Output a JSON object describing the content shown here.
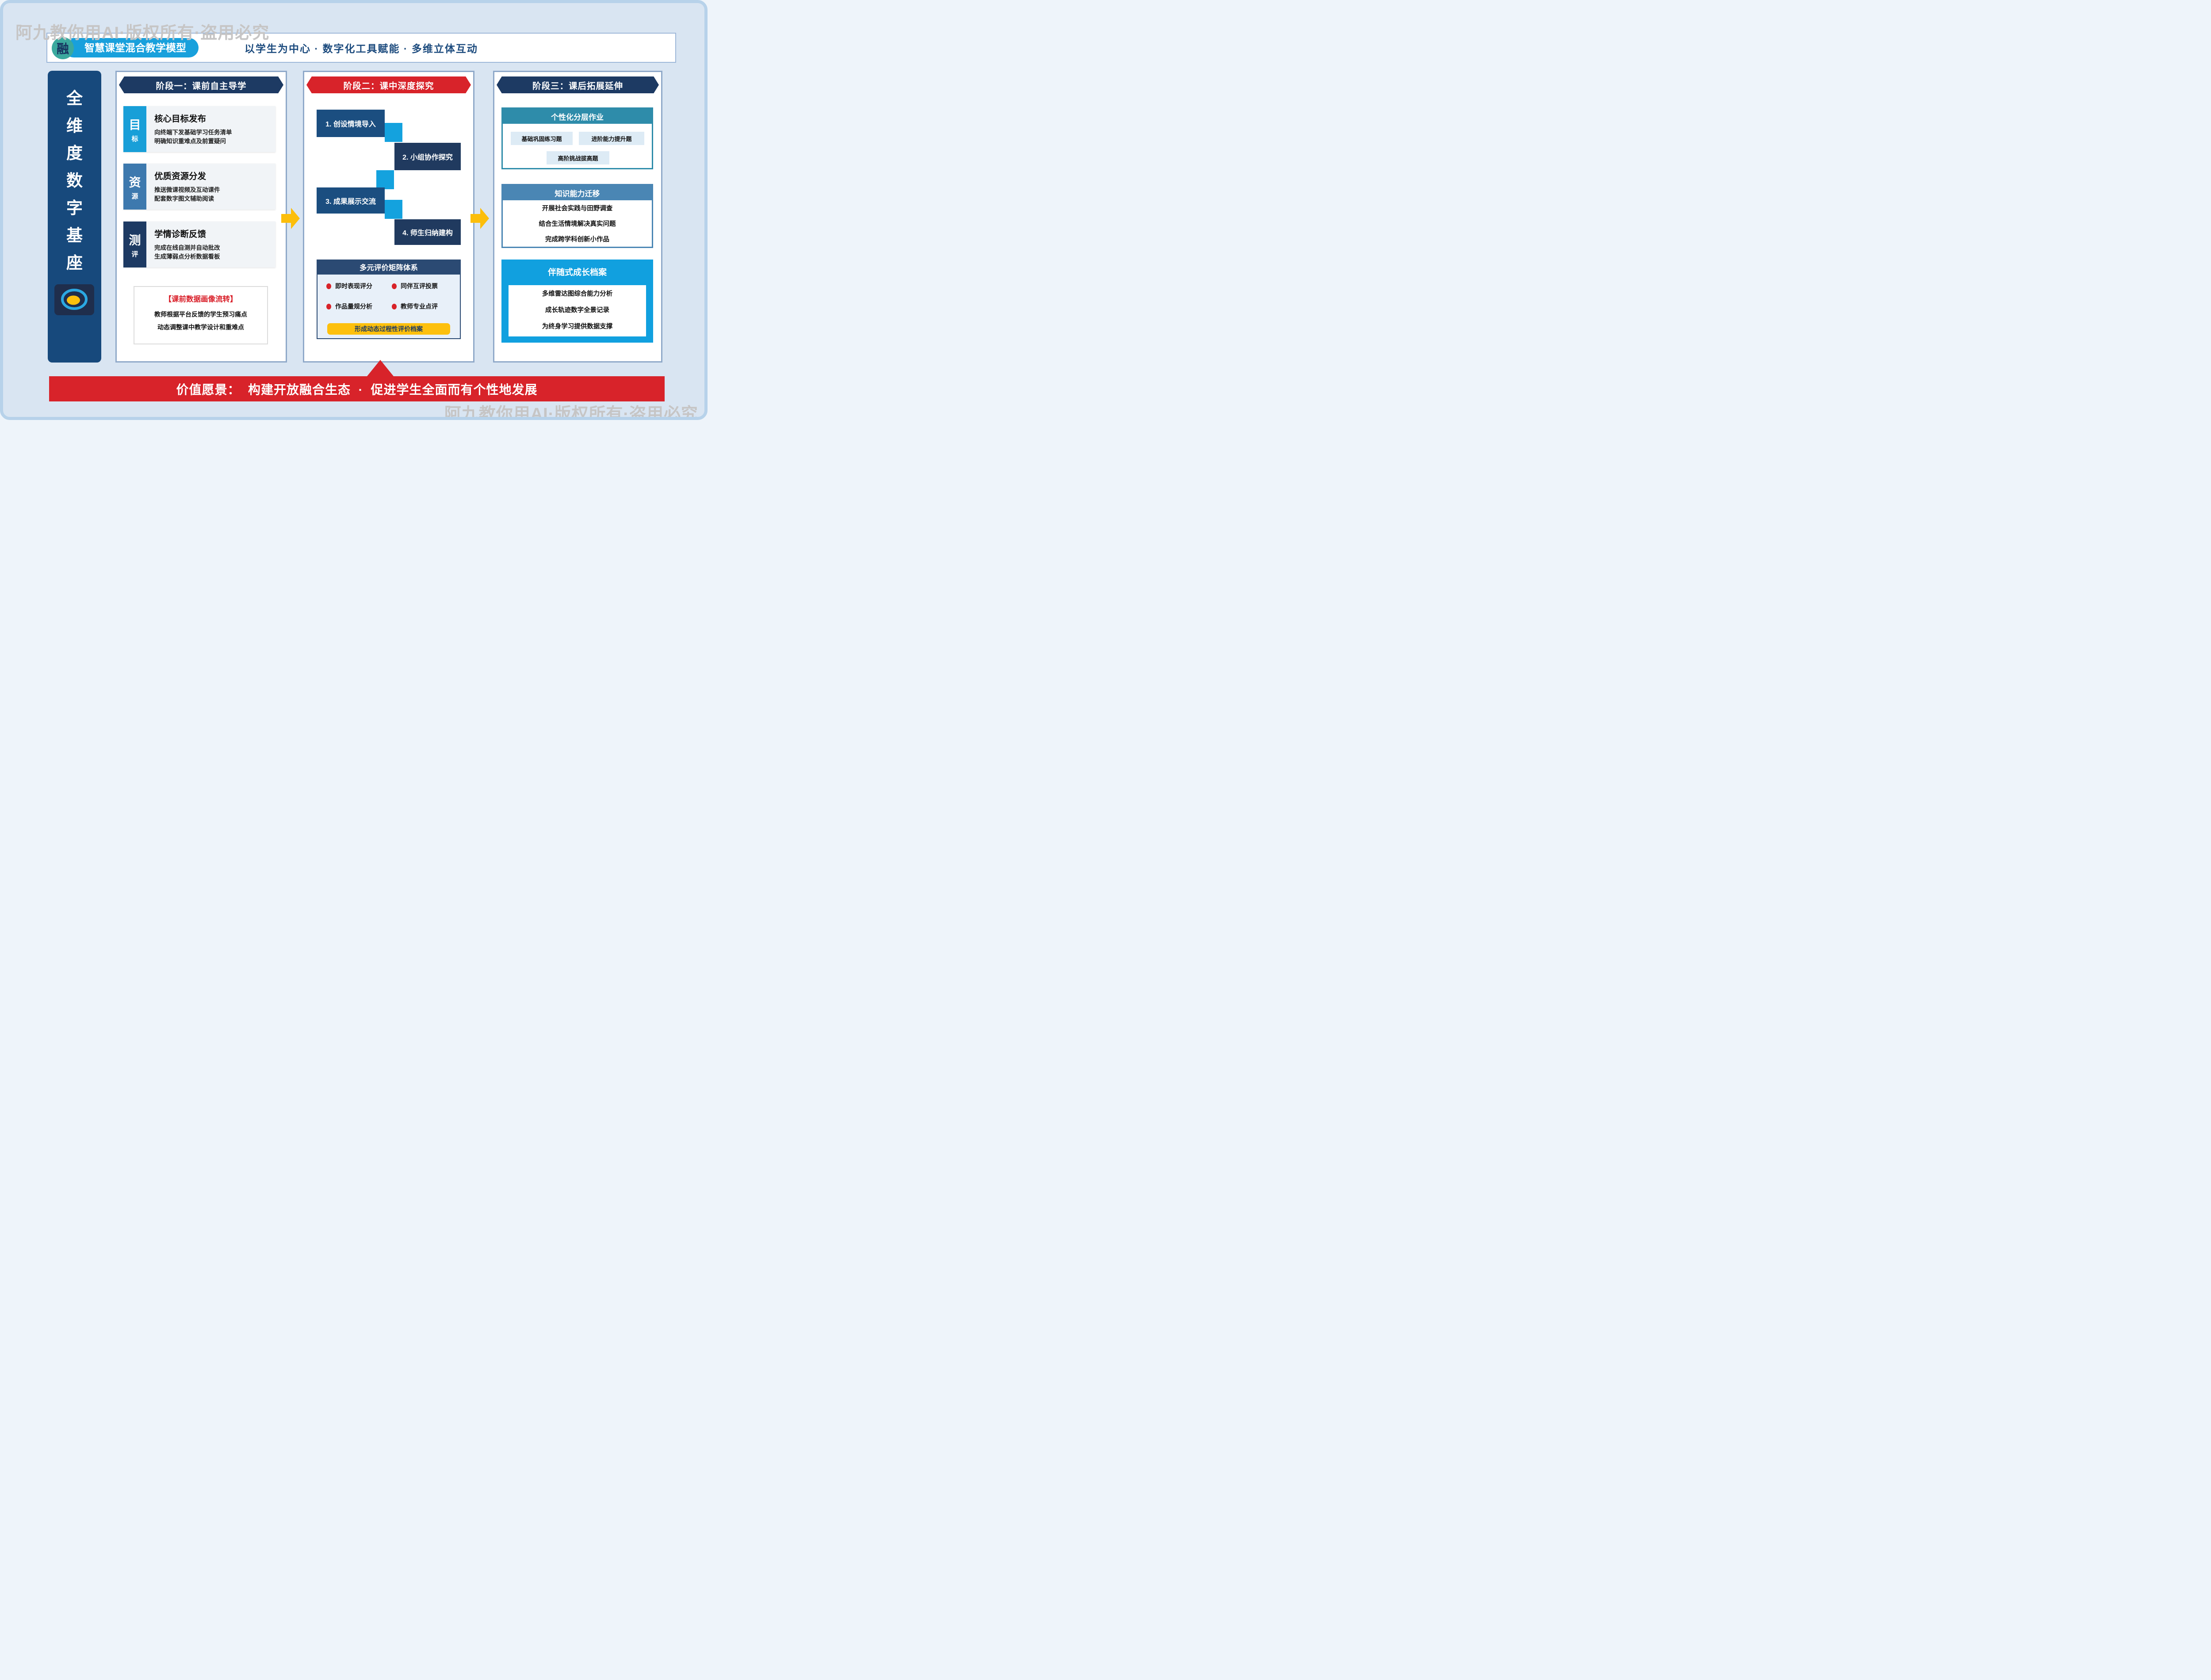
{
  "watermark": {
    "top": "阿九教你用AI·版权所有·盗用必究",
    "bottom": "阿九教你用AI·版权所有·盗用必究"
  },
  "header": {
    "logo_char": "融",
    "title": "智慧课堂混合教学模型",
    "subtitle": "以学生为中心 · 数字化工具赋能 · 多维立体互动"
  },
  "sidebar": {
    "chars": [
      "全",
      "维",
      "度",
      "数",
      "字",
      "基",
      "座"
    ],
    "icon": "target-ellipse-icon"
  },
  "phase1": {
    "title": "阶段一：课前自主导学",
    "cards": [
      {
        "tag_main": "目",
        "tag_sub": "标",
        "title": "核心目标发布",
        "lines": [
          "向终端下发基础学习任务清单",
          "明确知识重难点及前置疑问"
        ]
      },
      {
        "tag_main": "资",
        "tag_sub": "源",
        "title": "优质资源分发",
        "lines": [
          "推送微课视频及互动课件",
          "配套数字图文辅助阅读"
        ]
      },
      {
        "tag_main": "测",
        "tag_sub": "评",
        "title": "学情诊断反馈",
        "lines": [
          "完成在线自测并自动批改",
          "生成薄弱点分析数据看板"
        ]
      }
    ],
    "note": {
      "title": "【课前数据画像流转】",
      "lines": [
        "教师根据平台反馈的学生预习痛点",
        "动态调整课中教学设计和重难点"
      ]
    }
  },
  "phase2": {
    "title": "阶段二：课中深度探究",
    "steps": [
      "1. 创设情境导入",
      "2. 小组协作探究",
      "3. 成果展示交流",
      "4. 师生归纳建构"
    ],
    "matrix": {
      "title": "多元评价矩阵体系",
      "items": [
        "即时表现评分",
        "同伴互评投票",
        "作品量规分析",
        "教师专业点评"
      ],
      "footer": "形成动态过程性评价档案"
    }
  },
  "phase3": {
    "title": "阶段三：课后拓展延伸",
    "card1": {
      "title": "个性化分层作业",
      "chips": [
        "基础巩固练习题",
        "进阶能力提升题",
        "高阶挑战拔高题"
      ]
    },
    "card2": {
      "title": "知识能力迁移",
      "lines": [
        "开展社会实践与田野调查",
        "结合生活情境解决真实问题",
        "完成跨学科创新小作品"
      ]
    },
    "card3": {
      "title": "伴随式成长档案",
      "lines": [
        "多维雷达图综合能力分析",
        "成长轨迹数字全景记录",
        "为终身学习提供数据支撑"
      ]
    }
  },
  "banner": {
    "text": "价值愿景：  构建开放融合生态  ·  促进学生全面而有个性地发展"
  },
  "colors": {
    "navy": "#1d3a63",
    "red": "#d8232a",
    "bright_blue": "#18a0dc",
    "steel_blue": "#3d79ae",
    "teal_logo": "#3ba99e",
    "teal_header": "#2e8caa",
    "cyan_connector": "#14a2de",
    "yellow_accent": "#fdc00d",
    "sidebar_blue": "#17497c",
    "page_bg": "#d9e5f2"
  }
}
